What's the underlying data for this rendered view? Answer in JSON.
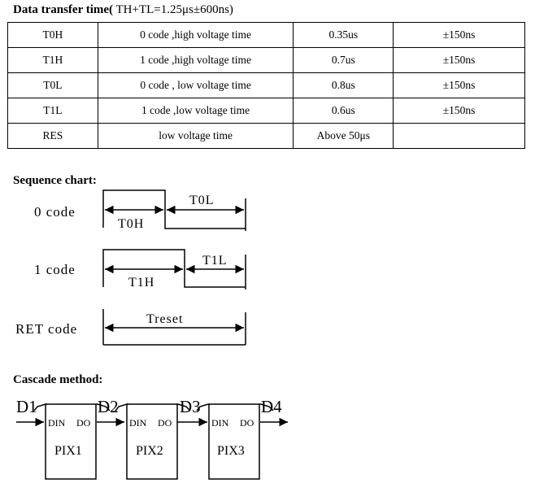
{
  "header": {
    "title_bold": "Data transfer time(",
    "title_rest": " TH+TL=1.25μs±600ns)"
  },
  "table": {
    "rows": [
      [
        "T0H",
        "0 code ,high voltage time",
        "0.35us",
        "±150ns"
      ],
      [
        "T1H",
        "1 code ,high voltage time",
        "0.7us",
        "±150ns"
      ],
      [
        "T0L",
        "0 code , low voltage time",
        "0.8us",
        "±150ns"
      ],
      [
        "T1L",
        "1 code ,low voltage time",
        "0.6us",
        "±150ns"
      ],
      [
        "RES",
        "low voltage time",
        "Above 50μs",
        ""
      ]
    ]
  },
  "sequence": {
    "heading": "Sequence chart:",
    "code0": {
      "name": "0 code",
      "high": "T0H",
      "low": "T0L"
    },
    "code1": {
      "name": "1 code",
      "high": "T1H",
      "low": "T1L"
    },
    "ret": {
      "name": "RET code",
      "label": "Treset"
    }
  },
  "cascade": {
    "heading": "Cascade method:",
    "signals": [
      "D1",
      "D2",
      "D3",
      "D4"
    ],
    "pixels": [
      {
        "name": "PIX1",
        "din": "DIN",
        "dout": "DO"
      },
      {
        "name": "PIX2",
        "din": "DIN",
        "dout": "DO"
      },
      {
        "name": "PIX3",
        "din": "DIN",
        "dout": "DO"
      }
    ]
  }
}
